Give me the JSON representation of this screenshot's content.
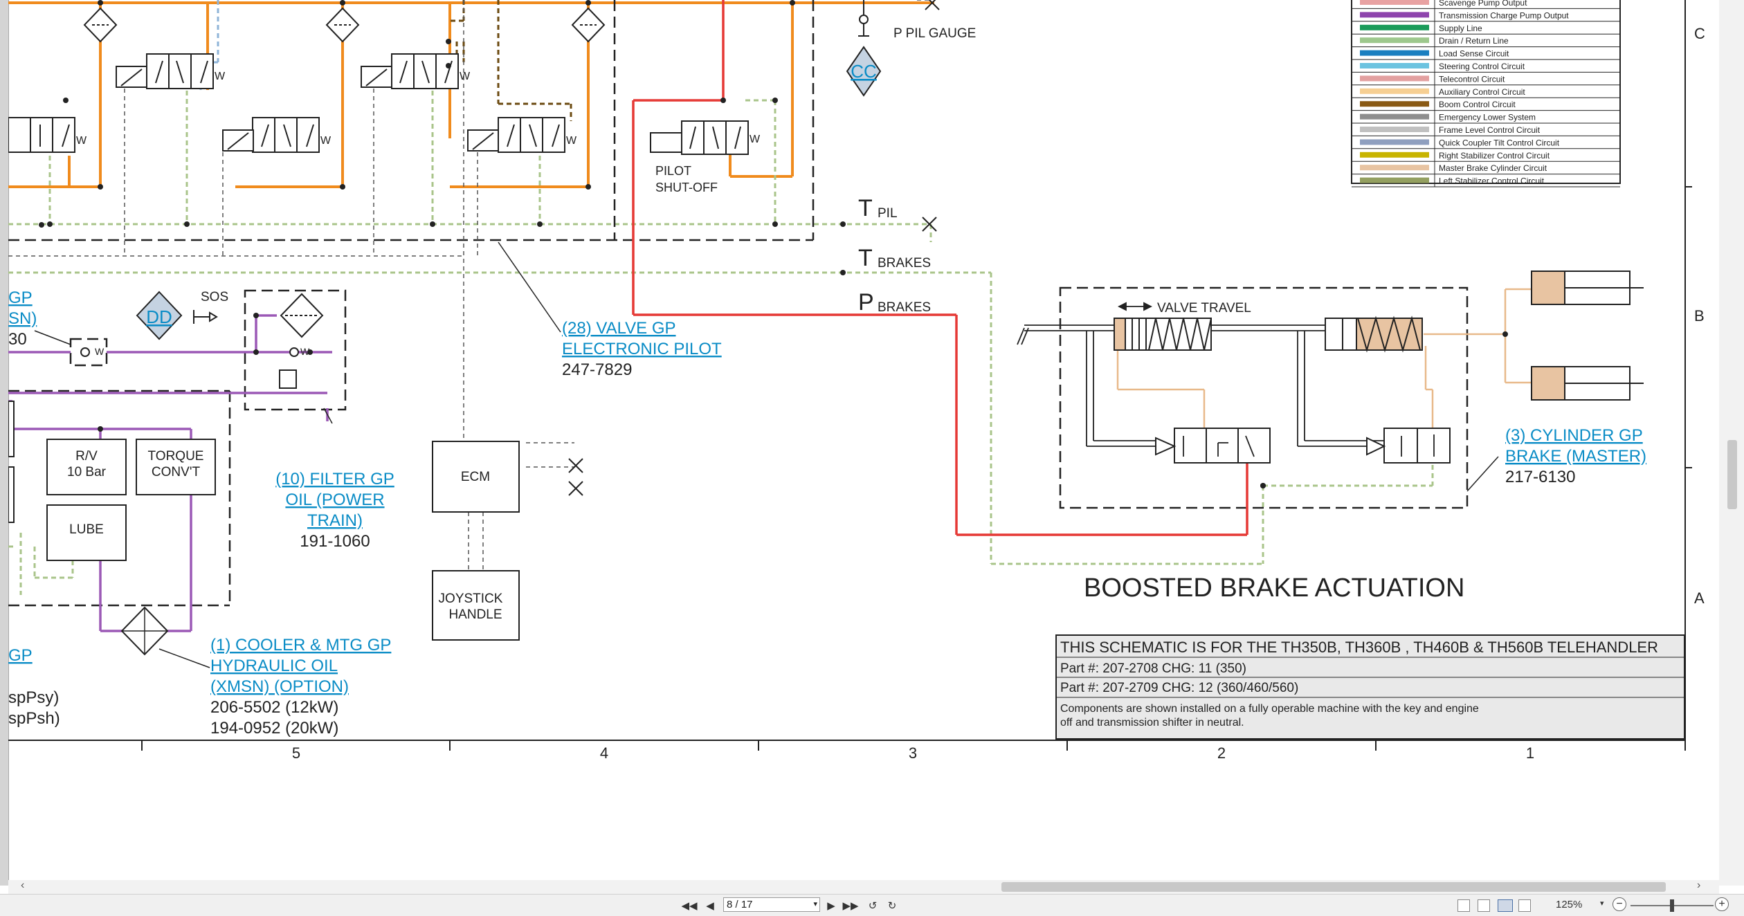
{
  "schematic": {
    "title": "BOOSTED BRAKE ACTUATION",
    "labels": {
      "p_pil_gauge": "P PIL GAUGE",
      "cc": "CC",
      "dd": "DD",
      "sos": "SOS",
      "pilot_shutoff_1": "PILOT",
      "pilot_shutoff_2": "SHUT-OFF",
      "t_letter": "T",
      "p_letter": "P",
      "pil": "PIL",
      "brakes": "BRAKES",
      "valve_travel": "VALVE TRAVEL",
      "ecm": "ECM",
      "joystick_1": "JOYSTICK",
      "joystick_2": "HANDLE",
      "rv_1": "R/V",
      "rv_2": "10 Bar",
      "torque_1": "TORQUE",
      "torque_2": "CONV'T",
      "lube": "LUBE",
      "w": "W",
      "t": "T",
      "gp1": "GP",
      "sn": "SN)",
      "n30": "30",
      "gp2": "GP",
      "sppsy": "spPsy)",
      "sppsh": "spPsh)"
    },
    "refs": {
      "valve_pilot": {
        "line1": "(28) VALVE GP",
        "line2": "ELECTRONIC PILOT",
        "part": "247-7829"
      },
      "filter": {
        "line1": "(10) FILTER GP",
        "line2": "OIL (POWER",
        "line3": "TRAIN)",
        "part": "191-1060"
      },
      "cooler": {
        "line1": "(1) COOLER & MTG GP",
        "line2": "HYDRAULIC OIL",
        "line3": "(XMSN) (OPTION)",
        "part1": "206-5502 (12kW)",
        "part2": "194-0952 (20kW)"
      },
      "cylinder": {
        "line1": "(3) CYLINDER GP",
        "line2": "BRAKE (MASTER)",
        "part": "217-6130"
      }
    },
    "legend": [
      {
        "label": "Scavenge Pump Output",
        "color": "#e8a2a2"
      },
      {
        "label": "Transmission Charge Pump Output",
        "color": "#8e44ad"
      },
      {
        "label": "Supply Line",
        "color": "#1a9b5a"
      },
      {
        "label": "Drain / Return Line",
        "color": "#9dc88d"
      },
      {
        "label": "Load Sense Circuit",
        "color": "#1a7fc0"
      },
      {
        "label": "Steering Control Circuit",
        "color": "#6cc3e0"
      },
      {
        "label": "Telecontrol Circuit",
        "color": "#e3a0a0"
      },
      {
        "label": "Auxiliary Control Circuit",
        "color": "#f6cf93"
      },
      {
        "label": "Boom Control Circuit",
        "color": "#8a5a14"
      },
      {
        "label": "Emergency Lower System",
        "color": "#8e8e8e"
      },
      {
        "label": "Frame Level Control Circuit",
        "color": "#c0c0c0"
      },
      {
        "label": "Quick Coupler Tilt Control Circuit",
        "color": "#8f9fbf"
      },
      {
        "label": "Right Stabilizer Control Circuit",
        "color": "#c8b400"
      },
      {
        "label": "Master Brake Cylinder Circuit",
        "color": "#e8c4a2"
      },
      {
        "label": "Left Stabilizer Control Circuit",
        "color": "#94a060"
      }
    ],
    "title_block": {
      "line1": "THIS SCHEMATIC IS FOR THE TH350B, TH360B , TH460B & TH560B TELEHANDLER",
      "part1": "Part #: 207-2708 CHG: 11 (350)",
      "part2": "Part #: 207-2709 CHG: 12 (360/460/560)",
      "note1": "Components are shown installed on a fully operable machine with the key and engine",
      "note2": "off and transmission shifter in neutral."
    },
    "grid_rows": [
      "C",
      "B",
      "A"
    ],
    "grid_cols": [
      "5",
      "4",
      "3",
      "2",
      "1"
    ]
  },
  "viewer": {
    "page_indicator": "8 / 17",
    "zoom": "125%"
  }
}
